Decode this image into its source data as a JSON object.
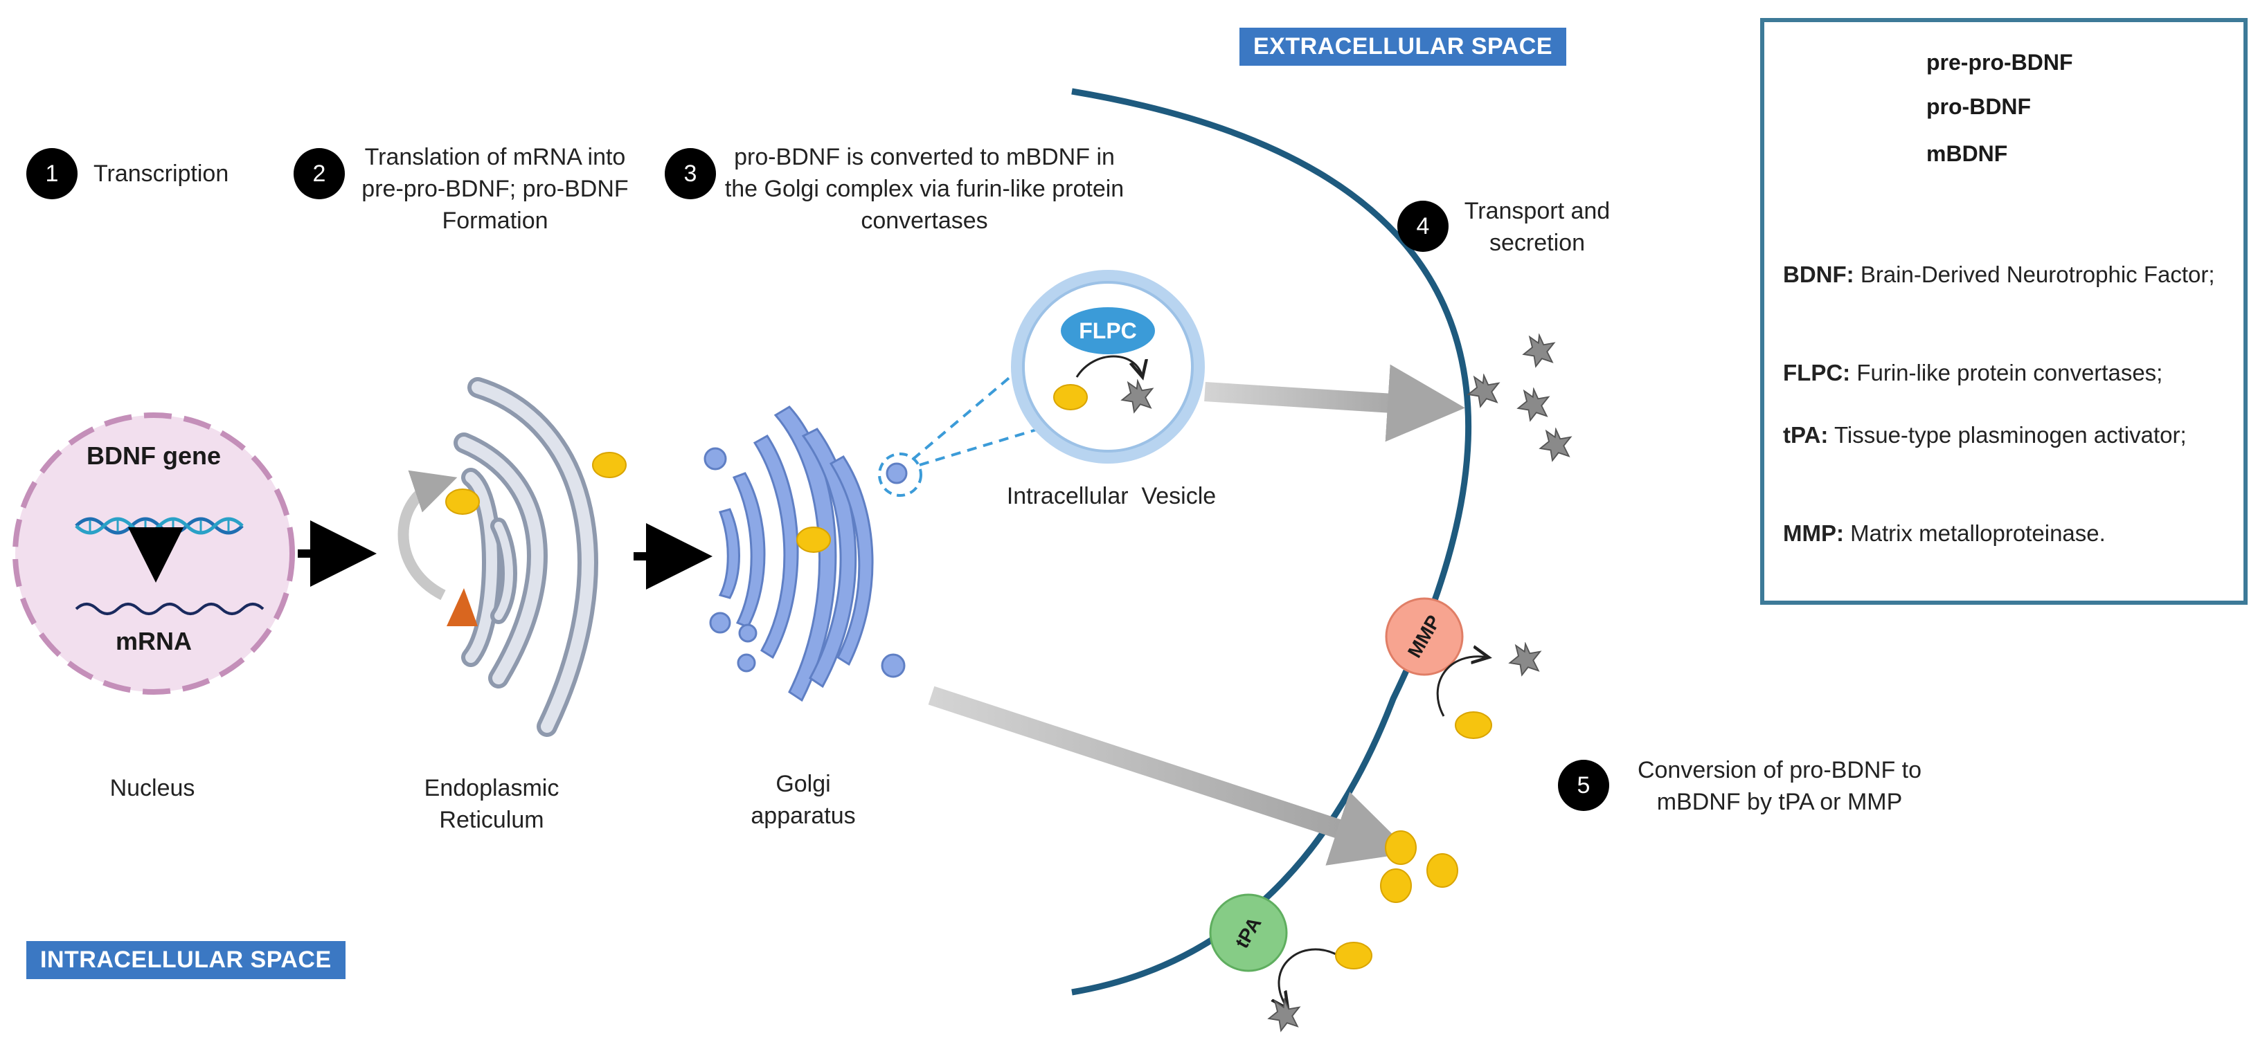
{
  "spaces": {
    "extracellular": "EXTRACELLULAR SPACE",
    "intracellular": "INTRACELLULAR SPACE"
  },
  "steps": [
    {
      "number": "1",
      "text": "Transcription"
    },
    {
      "number": "2",
      "text": "Translation of mRNA into pre-pro-BDNF; pro-BDNF Formation"
    },
    {
      "number": "3",
      "text": "pro-BDNF is converted to mBDNF in the Golgi complex via furin-like protein convertases"
    },
    {
      "number": "4",
      "text": "Transport and secretion"
    },
    {
      "number": "5",
      "text": "Conversion of pro-BDNF to mBDNF by tPA or MMP"
    }
  ],
  "nucleus": {
    "gene_label": "BDNF gene",
    "mrna_label": "mRNA",
    "caption": "Nucleus"
  },
  "er_caption": "Endoplasmic Reticulum",
  "golgi_caption": "Golgi apparatus",
  "vesicle": {
    "enzyme": "FLPC",
    "caption": "Intracellular  Vesicle"
  },
  "enzymes": {
    "mmp": "MMP",
    "tpa": "tPA"
  },
  "legend": {
    "items": [
      {
        "label": "pre-pro-BDNF",
        "shape": "triangle",
        "color": "#d9661f"
      },
      {
        "label": "pro-BDNF",
        "shape": "ellipse",
        "color": "#f6c40f"
      },
      {
        "label": "mBDNF",
        "shape": "star",
        "color": "#8a8a8a"
      }
    ],
    "definitions": [
      {
        "term": "BDNF:",
        "text": " Brain-Derived Neurotrophic Factor;"
      },
      {
        "term": "FLPC:",
        "text": " Furin-like protein convertases;"
      },
      {
        "term": "tPA:",
        "text": " Tissue-type plasminogen activator;"
      },
      {
        "term": "MMP:",
        "text": " Matrix metalloproteinase."
      }
    ]
  },
  "colors": {
    "membrane": "#1e5a7e",
    "pro_bdnf": "#f6c40f",
    "pre_pro_bdnf": "#d9661f",
    "mbdnf": "#8a8a8a",
    "golgi": "#8ca8e6",
    "nucleus": "#f2dfee",
    "mmp": "#f7a490",
    "tpa": "#86cc86",
    "label_bg": "#3b78c3"
  }
}
